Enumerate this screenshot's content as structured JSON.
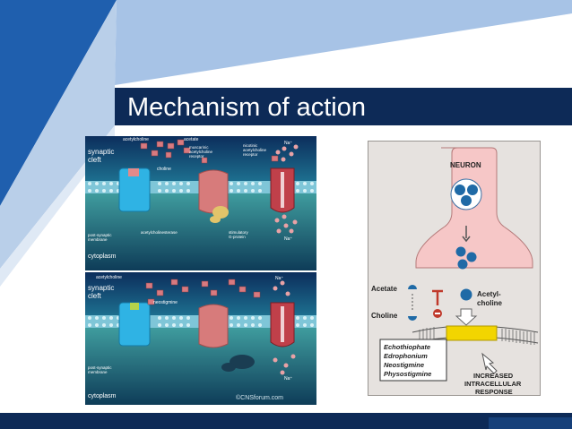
{
  "slide": {
    "title": "Mechanism of action",
    "colors": {
      "navy": "#0d2a57",
      "accent_blue": "#1f5fae",
      "light_blue": "#a7c3e6"
    }
  },
  "left_panel": {
    "top": {
      "acetylcholine": "acetylcholine",
      "acetate": "acetate",
      "synaptic": "synaptic",
      "cleft": "cleft",
      "muscarinic_1": "muscarinic",
      "muscarinic_2": "acetylcholine",
      "muscarinic_3": "receptor",
      "nicotinic_1": "nicotinic",
      "nicotinic_2": "acetylcholine",
      "nicotinic_3": "receptor",
      "na_top": "Na⁺",
      "choline": "choline",
      "postsynaptic_1": "post-synaptic",
      "postsynaptic_2": "membrane",
      "acetylcholinesterase": "acetylcholinesterase",
      "stimulatory_1": "stimulatory",
      "stimulatory_2": "G-protein",
      "na_bottom": "Na⁺",
      "cytoplasm": "cytoplasm"
    },
    "bottom": {
      "acetylcholine": "acetylcholine",
      "synaptic": "synaptic",
      "cleft": "cleft",
      "neostigmine": "neostigmine",
      "na_top": "Na⁺",
      "postsynaptic_1": "post-synaptic",
      "postsynaptic_2": "membrane",
      "na_bottom": "Na⁺",
      "cytoplasm": "cytoplasm",
      "credit": "©CNSforum.com"
    }
  },
  "right_panel": {
    "neuron": "NEURON",
    "acetate": "Acetate",
    "choline": "Choline",
    "acetylcholine_1": "Acetyl-",
    "acetylcholine_2": "choline",
    "drugs": [
      "Echothiophate",
      "Edrophonium",
      "Neostigmine",
      "Physostigmine"
    ],
    "response_1": "INCREASED",
    "response_2": "INTRACELLULAR",
    "response_3": "RESPONSE"
  }
}
